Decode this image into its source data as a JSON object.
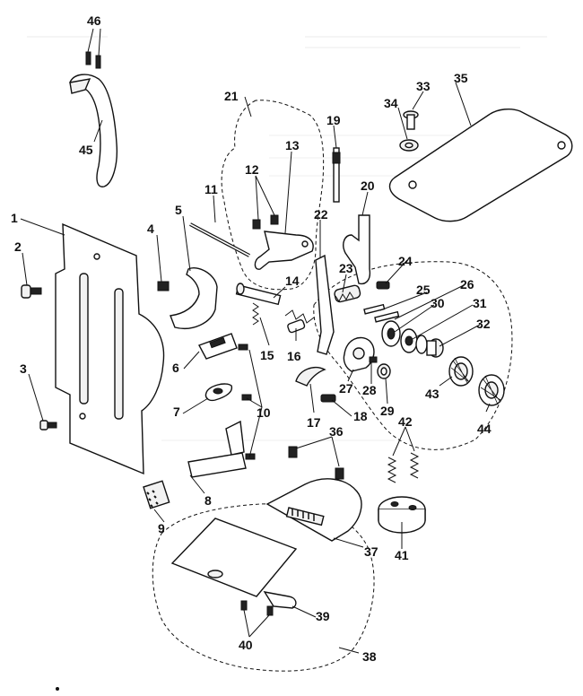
{
  "labels": [
    "1",
    "2",
    "3",
    "4",
    "5",
    "6",
    "7",
    "8",
    "9",
    "10",
    "11",
    "12",
    "13",
    "14",
    "15",
    "16",
    "17",
    "18",
    "19",
    "20",
    "21",
    "22",
    "23",
    "24",
    "25",
    "26",
    "27",
    "28",
    "29",
    "30",
    "31",
    "32",
    "33",
    "34",
    "35",
    "36",
    "37",
    "38",
    "39",
    "40",
    "41",
    "42",
    "43",
    "44",
    "45",
    "46"
  ],
  "callouts": [
    {
      "text": "46",
      "target": "screw-pair-46"
    },
    {
      "text": "45",
      "target": "handle-45"
    },
    {
      "text": "1",
      "target": "back-plate-1"
    },
    {
      "text": "2",
      "target": "screw-2"
    },
    {
      "text": "3",
      "target": "screw-3"
    },
    {
      "text": "4",
      "target": "screw-4"
    },
    {
      "text": "5",
      "target": "bracket-5"
    },
    {
      "text": "6",
      "target": "block-6"
    },
    {
      "text": "7",
      "target": "plate-7"
    },
    {
      "text": "8",
      "target": "guide-8"
    },
    {
      "text": "9",
      "target": "feed-dog-9"
    },
    {
      "text": "10",
      "target": "screw-10"
    },
    {
      "text": "11",
      "target": "rod-11"
    },
    {
      "text": "12",
      "target": "screw-pair-12"
    },
    {
      "text": "13",
      "target": "link-13"
    },
    {
      "text": "14",
      "target": "shaft-14"
    },
    {
      "text": "15",
      "target": "spring-15"
    },
    {
      "text": "16",
      "target": "spring-16"
    },
    {
      "text": "17",
      "target": "crescent-17"
    },
    {
      "text": "18",
      "target": "screw-18"
    },
    {
      "text": "19",
      "target": "shaft-19"
    },
    {
      "text": "20",
      "target": "bracket-20"
    },
    {
      "text": "21",
      "target": "assembly-21"
    },
    {
      "text": "22",
      "target": "link-22"
    },
    {
      "text": "23",
      "target": "spring-23"
    },
    {
      "text": "24",
      "target": "screw-24"
    },
    {
      "text": "25",
      "target": "pin-25"
    },
    {
      "text": "26",
      "target": "pin-26"
    },
    {
      "text": "27",
      "target": "disc-27"
    },
    {
      "text": "28",
      "target": "screw-28"
    },
    {
      "text": "29",
      "target": "nut-29"
    },
    {
      "text": "30",
      "target": "disc-30"
    },
    {
      "text": "31",
      "target": "disc-31"
    },
    {
      "text": "32",
      "target": "cap-32"
    },
    {
      "text": "33",
      "target": "screw-33"
    },
    {
      "text": "34",
      "target": "washer-34"
    },
    {
      "text": "35",
      "target": "cover-35"
    },
    {
      "text": "36",
      "target": "screw-pair-36"
    },
    {
      "text": "37",
      "target": "needle-plate-37"
    },
    {
      "text": "38",
      "target": "assembly-38"
    },
    {
      "text": "39",
      "target": "latch-39"
    },
    {
      "text": "40",
      "target": "screw-pair-40"
    },
    {
      "text": "41",
      "target": "base-41"
    },
    {
      "text": "42",
      "target": "spring-pair-42"
    },
    {
      "text": "43",
      "target": "knob-43"
    },
    {
      "text": "44",
      "target": "knob-44"
    }
  ]
}
